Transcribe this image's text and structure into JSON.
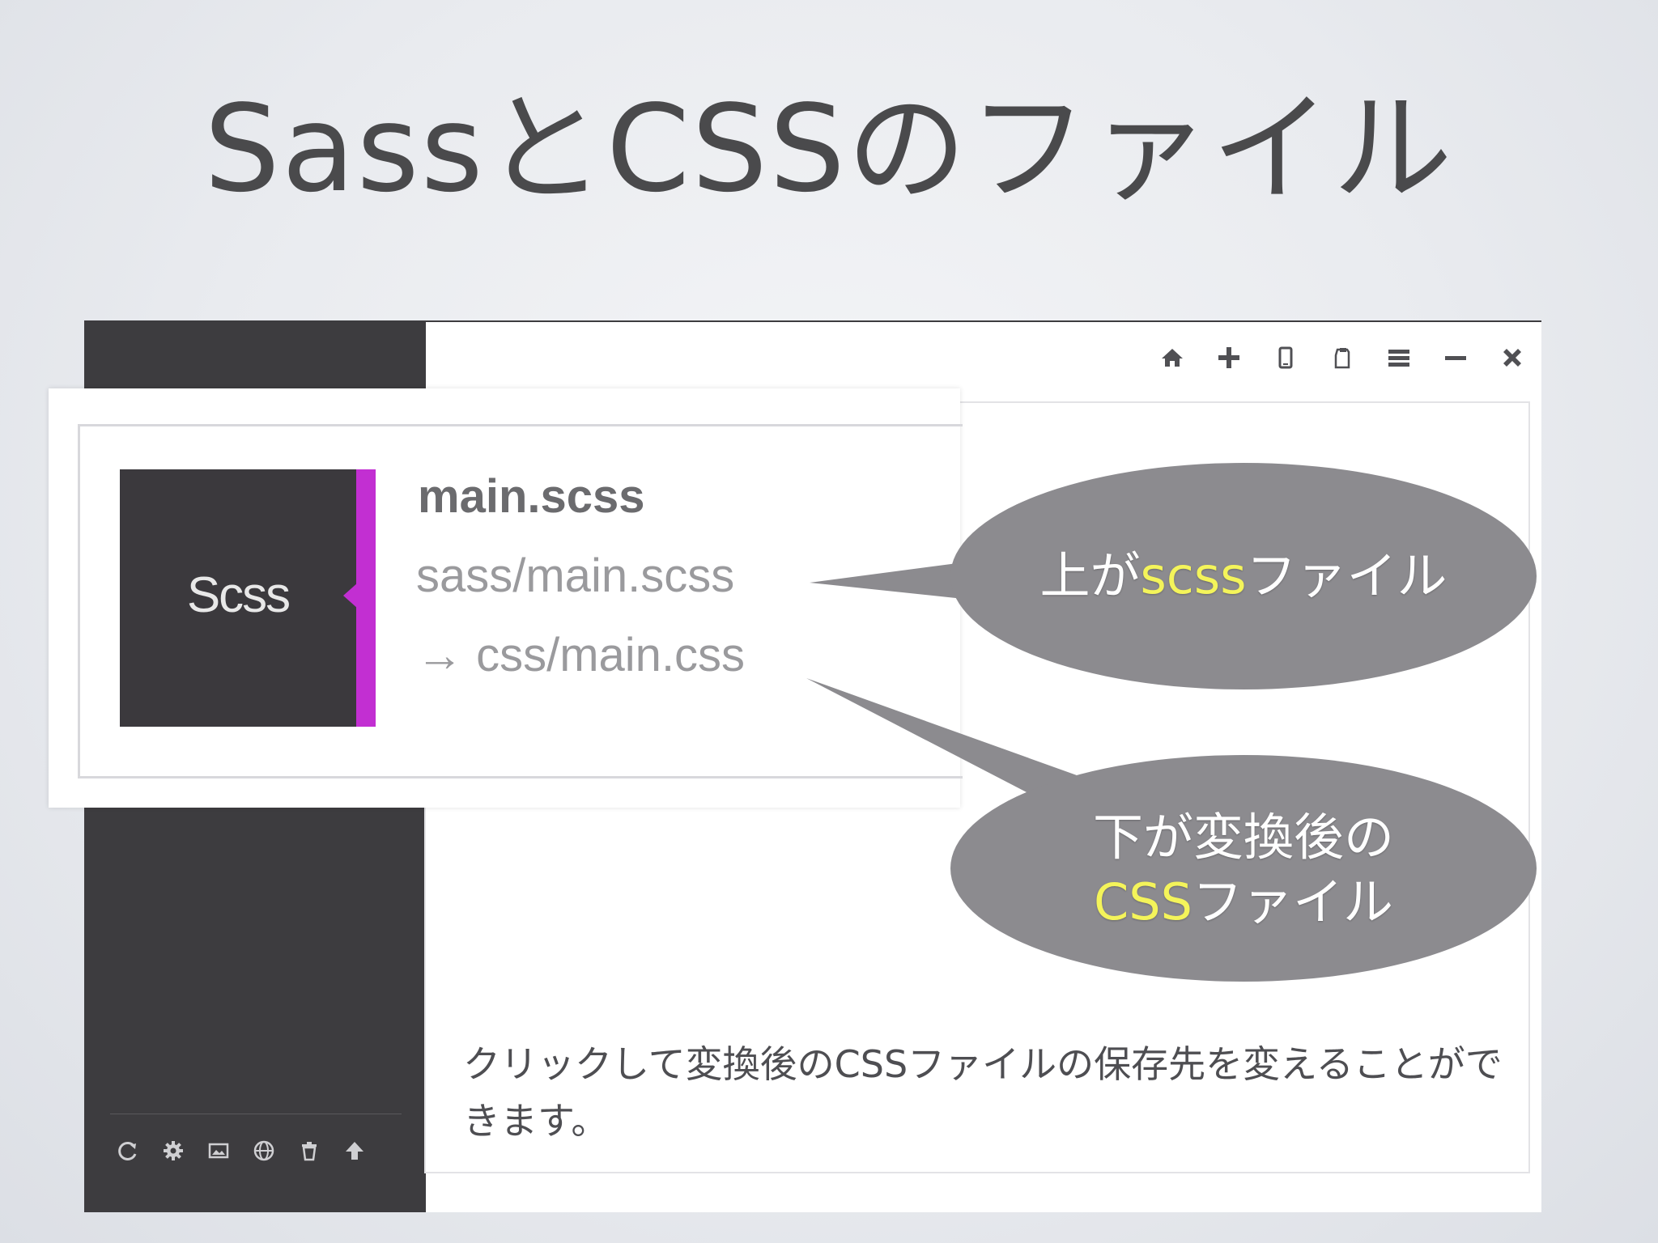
{
  "slide": {
    "title": "SassとCSSのファイル",
    "description": "クリックして変換後のCSSファイルの保存先を変えることができます。"
  },
  "window_controls": [
    "home-icon",
    "plus-icon",
    "phone-icon",
    "clipboard-icon",
    "menu-icon",
    "minimize-icon",
    "close-icon"
  ],
  "sidebar_tools": [
    "refresh-icon",
    "gear-icon",
    "image-icon",
    "globe-icon",
    "trash-icon",
    "upload-icon"
  ],
  "file": {
    "badge": "Scss",
    "name": "main.scss",
    "source": "sass/main.scss",
    "output": "→ css/main.css"
  },
  "callout_top": {
    "pre": "上が",
    "highlight": "scss",
    "post": "ファイル"
  },
  "callout_bottom": {
    "line1": "下が変換後の",
    "highlight": "CSS",
    "post": "ファイル"
  },
  "colors": {
    "accent": "#c22fd2",
    "callout": "#8c8b8f",
    "highlight": "#f4f45a",
    "sidebar": "#3d3c3f"
  }
}
